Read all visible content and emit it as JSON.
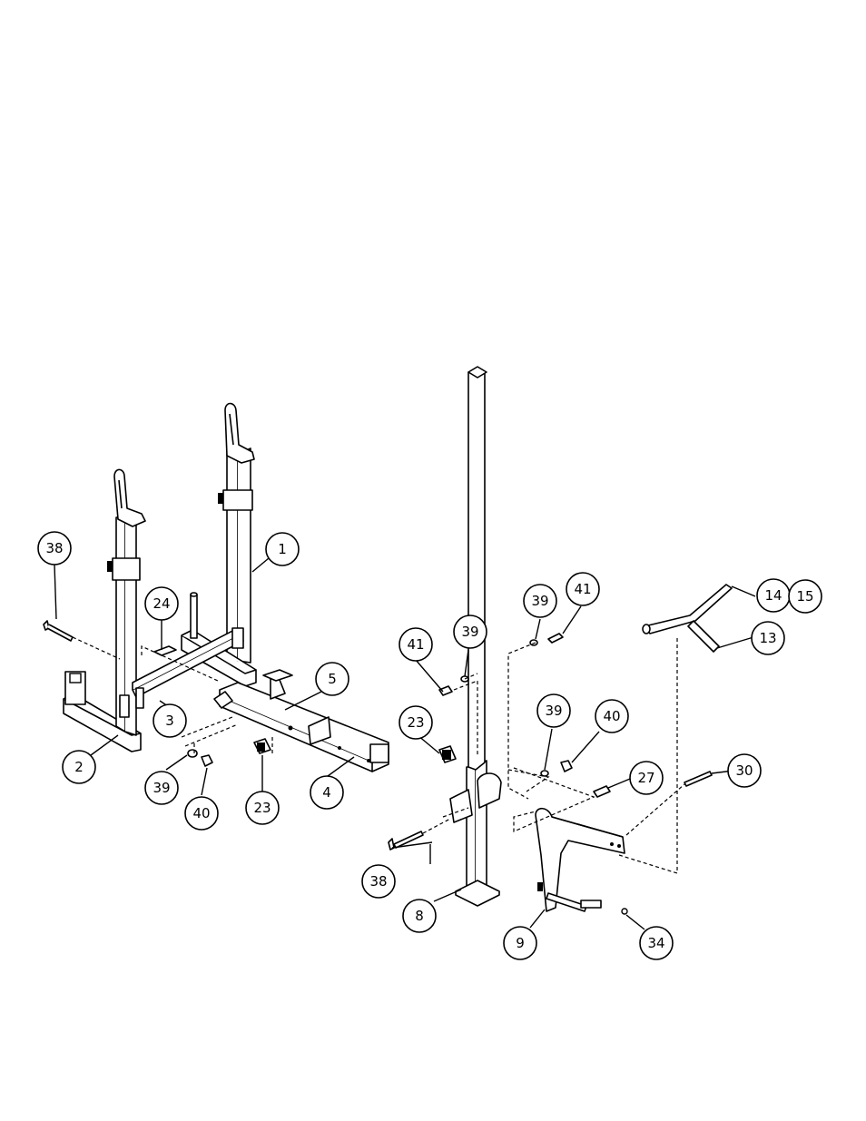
{
  "callouts": {
    "c1": "1",
    "c2": "2",
    "c3": "3",
    "c4": "4",
    "c5": "5",
    "c8": "8",
    "c9": "9",
    "c13": "13",
    "c14": "14",
    "c15": "15",
    "c23a": "23",
    "c23b": "23",
    "c24": "24",
    "c27": "27",
    "c30": "30",
    "c34": "34",
    "c38a": "38",
    "c38b": "38",
    "c39a": "39",
    "c39b": "39",
    "c39c": "39",
    "c39d": "39",
    "c40a": "40",
    "c40b": "40",
    "c41a": "41",
    "c41b": "41"
  }
}
